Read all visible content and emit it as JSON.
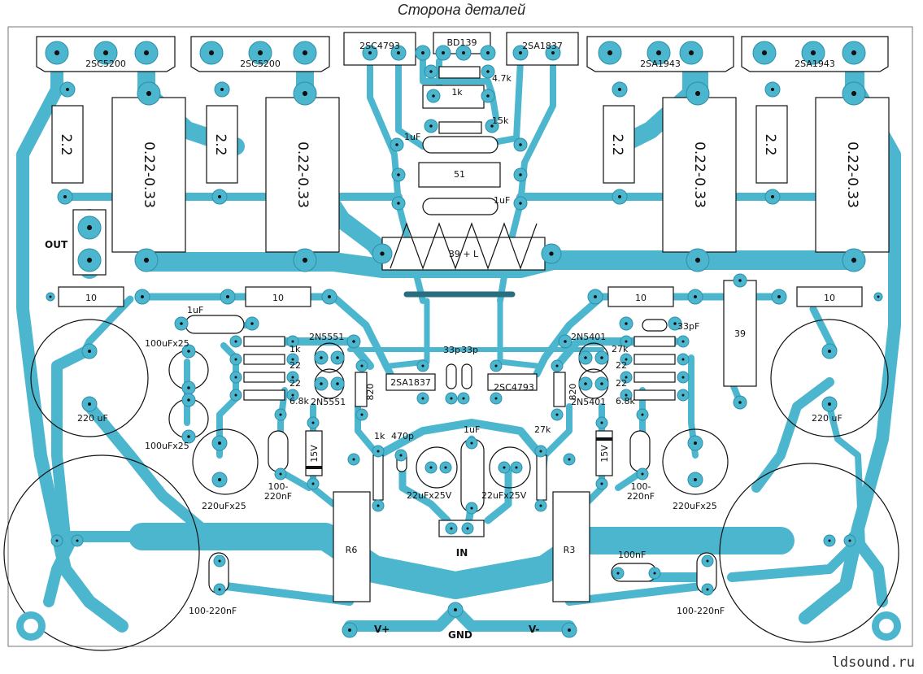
{
  "title": "Сторона деталей",
  "watermark": "ldsound.ru",
  "colors": {
    "copper": "#4db6cf",
    "outline": "#111111",
    "background": "#ffffff"
  },
  "transistors": {
    "q1": "2SC5200",
    "q2": "2SC5200",
    "q3": "2SC4793",
    "q4": "BD139",
    "q5": "2SA1837",
    "q6": "2SA1943",
    "q7": "2SA1943",
    "q8": "2N5551",
    "q9": "2N5551",
    "q10": "2SA1837",
    "q11": "2SC4793",
    "q12": "2N5401",
    "q13": "2N5401"
  },
  "resistors": {
    "r22a": "2.2",
    "r22b": "2.2",
    "r22c": "2.2",
    "r22d": "2.2",
    "remit1": "0.22-0.33",
    "remit2": "0.22-0.33",
    "remit3": "0.22-0.33",
    "remit4": "0.22-0.33",
    "r47k": "4.7k",
    "r1k": "1k",
    "r15k": "15k",
    "r51": "51",
    "rcoil": "39 + L",
    "r10a": "10",
    "r10b": "10",
    "r10c": "10",
    "r10d": "10",
    "r39": "39",
    "rl1k": "1k",
    "rl22a": "22",
    "rl22b": "22",
    "rl68k": "6.8k",
    "rr27k": "27k",
    "rr22a": "22",
    "rr22b": "22",
    "rr68k": "6.8k",
    "r820a": "820",
    "r820b": "820",
    "rin1k": "1k",
    "rin27k": "27k",
    "rv6": "R6",
    "rv3": "R3"
  },
  "capacitors": {
    "c1uf_top": "1uF",
    "c1uf_mid": "1uF",
    "c1uf_left": "1uF",
    "c1uf_in": "1uF",
    "c33pf_r": "33pF",
    "c33p_a": "33p",
    "c33p_b": "33p",
    "c100u_a": "100uFx25",
    "c100u_b": "100uFx25",
    "c220u_l": "220 uF",
    "c220u_r": "220 uF",
    "c220ux25_l": "220uFx25",
    "c220ux25_r": "220uFx25",
    "c100n_l": "100-\n220nF",
    "c100n_r": "100-\n220nF",
    "c470p": "470p",
    "c22u_a": "22uFx25V",
    "c22u_b": "22uFx25V",
    "c100nf": "100nF",
    "c100_220_l": "100-220nF",
    "c100_220_r": "100-220nF"
  },
  "diodes": {
    "z1": "15V",
    "z2": "15V"
  },
  "connectors": {
    "out": "OUT",
    "in": "IN",
    "vplus": "V+",
    "gnd": "GND",
    "vminus": "V-"
  }
}
